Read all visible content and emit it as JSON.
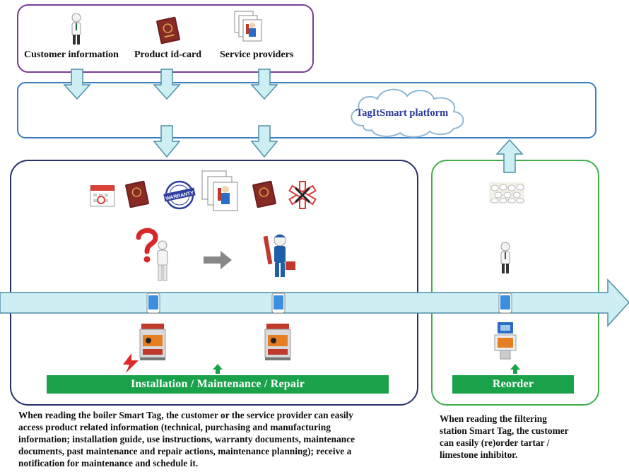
{
  "top": {
    "customer_label": "Customer information",
    "product_label": "Product id-card",
    "service_label": "Service providers"
  },
  "platform": {
    "label": "TagItSmart platform"
  },
  "warranty_stamp": "WARRANTY",
  "bars": {
    "install_label": "Installation / Maintenance / Repair",
    "reorder_label": "Reorder"
  },
  "descriptions": {
    "left_lines": [
      "When reading the boiler Smart Tag, the customer or the service provider can easily",
      "access product related information (technical, purchasing and manufacturing",
      "information; installation guide, use instructions, warranty documents, maintenance",
      "documents, past maintenance and repair actions, maintenance planning); receive a",
      "notification for maintenance and schedule it."
    ],
    "right_lines": [
      "When reading the filtering",
      "station Smart Tag, the customer",
      "can easily (re)order tartar /",
      "limestone inhibitor."
    ]
  },
  "colors": {
    "purple_border": "#7a3d9a",
    "blue_border": "#3a7dc0",
    "navy_border": "#27306a",
    "green_border": "#3fae4a",
    "green_bar": "#1aa24a",
    "arrow_fill": "#cdeef2",
    "arrow_stroke": "#4f8fa8",
    "platform_text": "#2a3a9a"
  },
  "icons": [
    "businessman-icon",
    "passport-icon",
    "service-provider-icon",
    "calendar-icon",
    "warranty-stamp-icon",
    "star-of-life-icon",
    "question-mark-icon",
    "arrow-right-icon",
    "repairman-icon",
    "smartphone-icon",
    "boiler-icon",
    "lightning-icon",
    "filter-station-icon",
    "pellets-icon",
    "cloud-icon"
  ]
}
